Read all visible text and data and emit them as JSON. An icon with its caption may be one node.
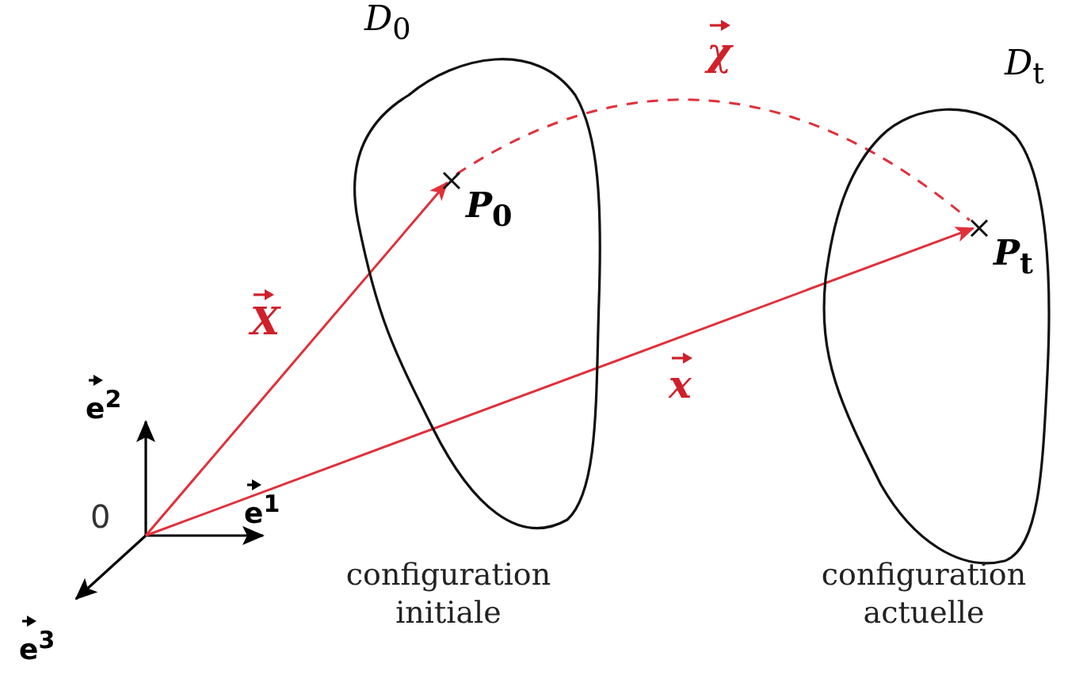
{
  "diagram": {
    "nodes": [
      {
        "text": [
          "*D*$_{0}$"
        ],
        "beside": [
          "configuration initiale"
        ]
      },
      {
        "text": [
          "*D*$_{t}$"
        ],
        "beside": [
          "configuration actuelle"
        ]
      },
      {
        "text": [
          "*P*$_{0}$"
        ],
        "in": 0
      },
      {
        "text": [
          "*P*$_{t}$"
        ],
        "in": 1
      },
      {
        "text": [
          "0"
        ]
      }
    ],
    "edges": [
      {
        "from": 4,
        "to": 2,
        "arrow": "to",
        "label": "X"
      },
      {
        "from": 4,
        "to": 3,
        "arrow": "to",
        "label": "x"
      },
      {
        "from": 2,
        "to": 3,
        "arrow": "none",
        "label": "χ",
        "style": "dashed"
      }
    ],
    "labels": [
      "e$^{2}$",
      "e$^{1}$",
      "e$^{3}$"
    ]
  }
}
